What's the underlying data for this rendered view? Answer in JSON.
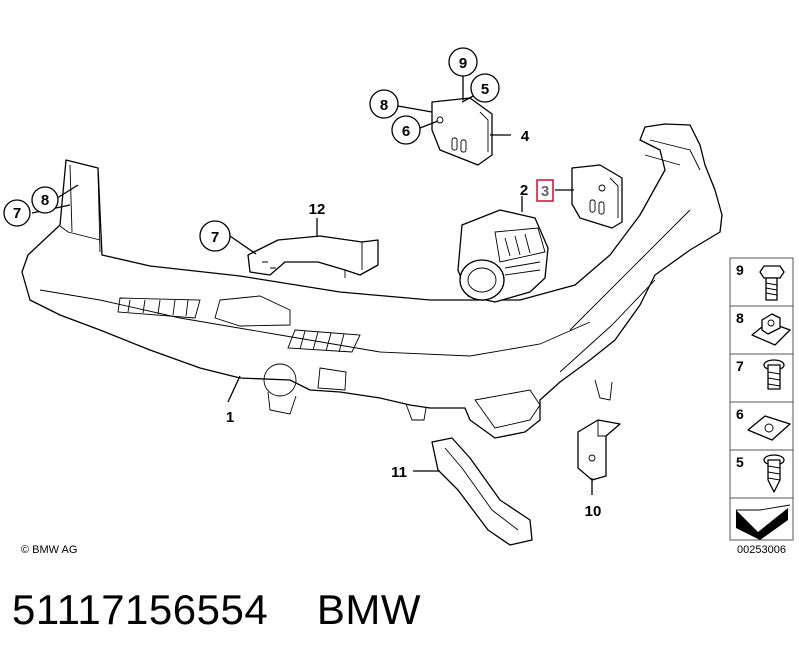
{
  "callouts": {
    "c1": "1",
    "c2": "2",
    "c3": "3",
    "c4": "4",
    "c5": "5",
    "c6": "6",
    "c7a": "7",
    "c7b": "7",
    "c8a": "8",
    "c8b": "8",
    "c9": "9",
    "c10": "10",
    "c11": "11",
    "c12": "12"
  },
  "side_panel": {
    "n9": "9",
    "n8": "8",
    "n7": "7",
    "n6": "6",
    "n5": "5"
  },
  "copyright": "© BMW AG",
  "diagram_number": "00253006",
  "footer": {
    "part_number": "51117156554",
    "brand": "BMW"
  },
  "colors": {
    "highlight": "#c8102e"
  }
}
